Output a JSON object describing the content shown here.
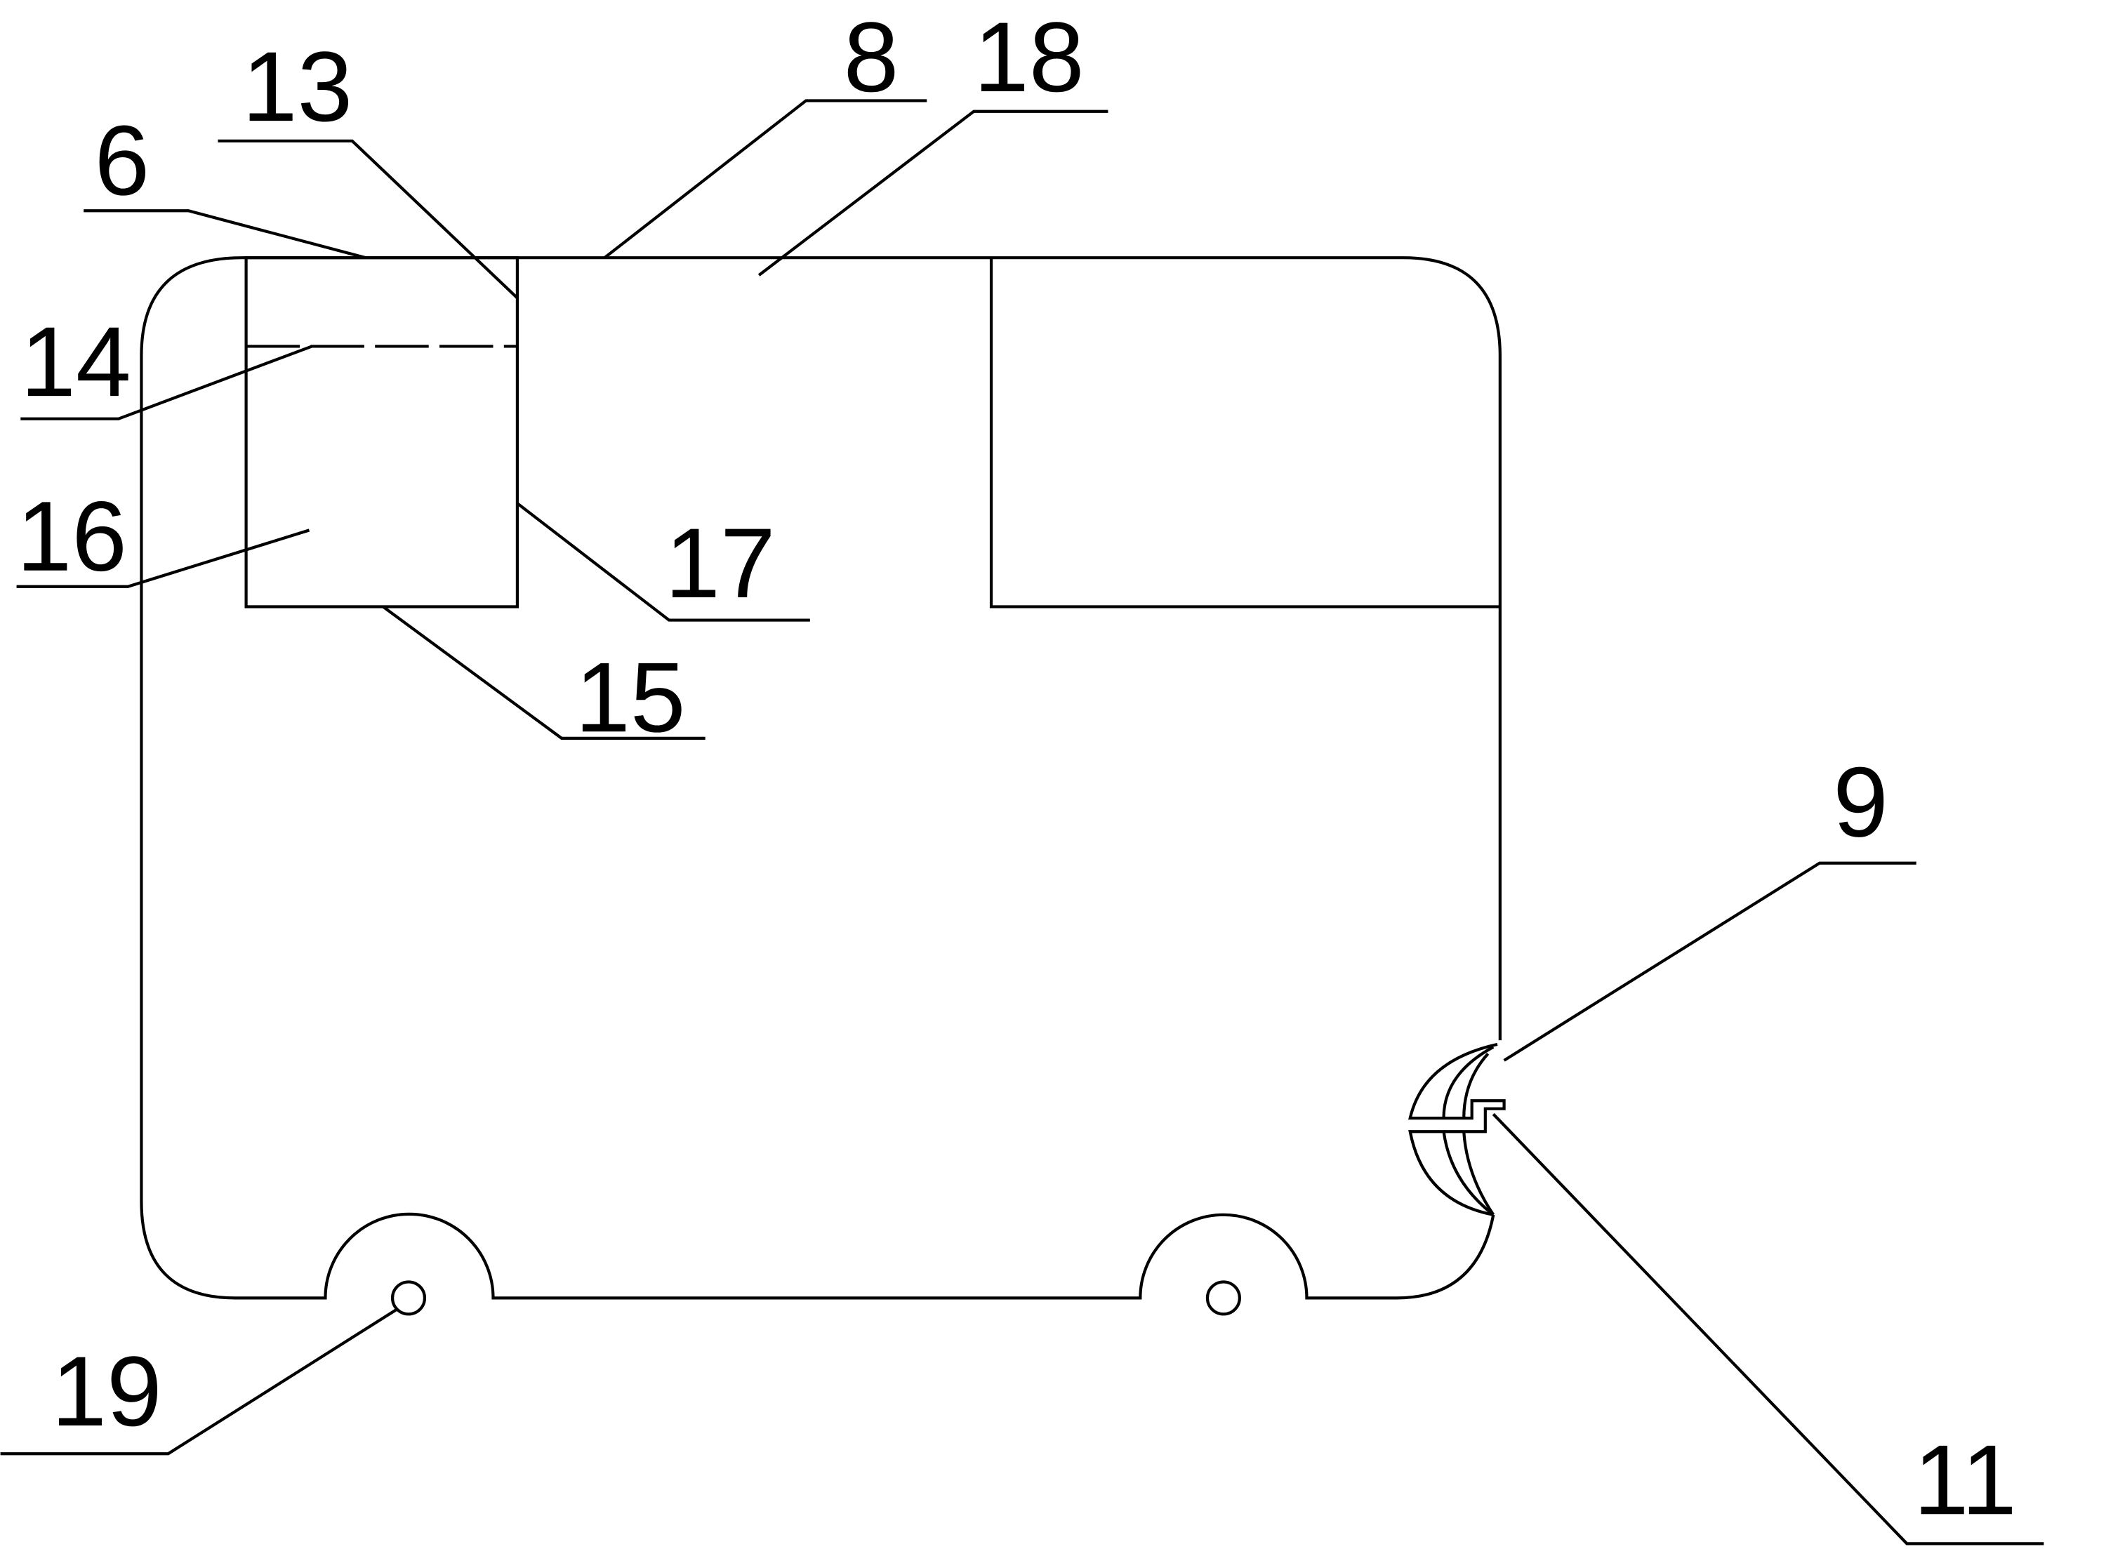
{
  "figure": {
    "labels": {
      "l6": "6",
      "l13": "13",
      "l8": "8",
      "l18": "18",
      "l14": "14",
      "l16": "16",
      "l17": "17",
      "l15": "15",
      "l9": "9",
      "l11": "11",
      "l19": "19"
    },
    "stroke_color": "#000000",
    "background": "#ffffff"
  }
}
